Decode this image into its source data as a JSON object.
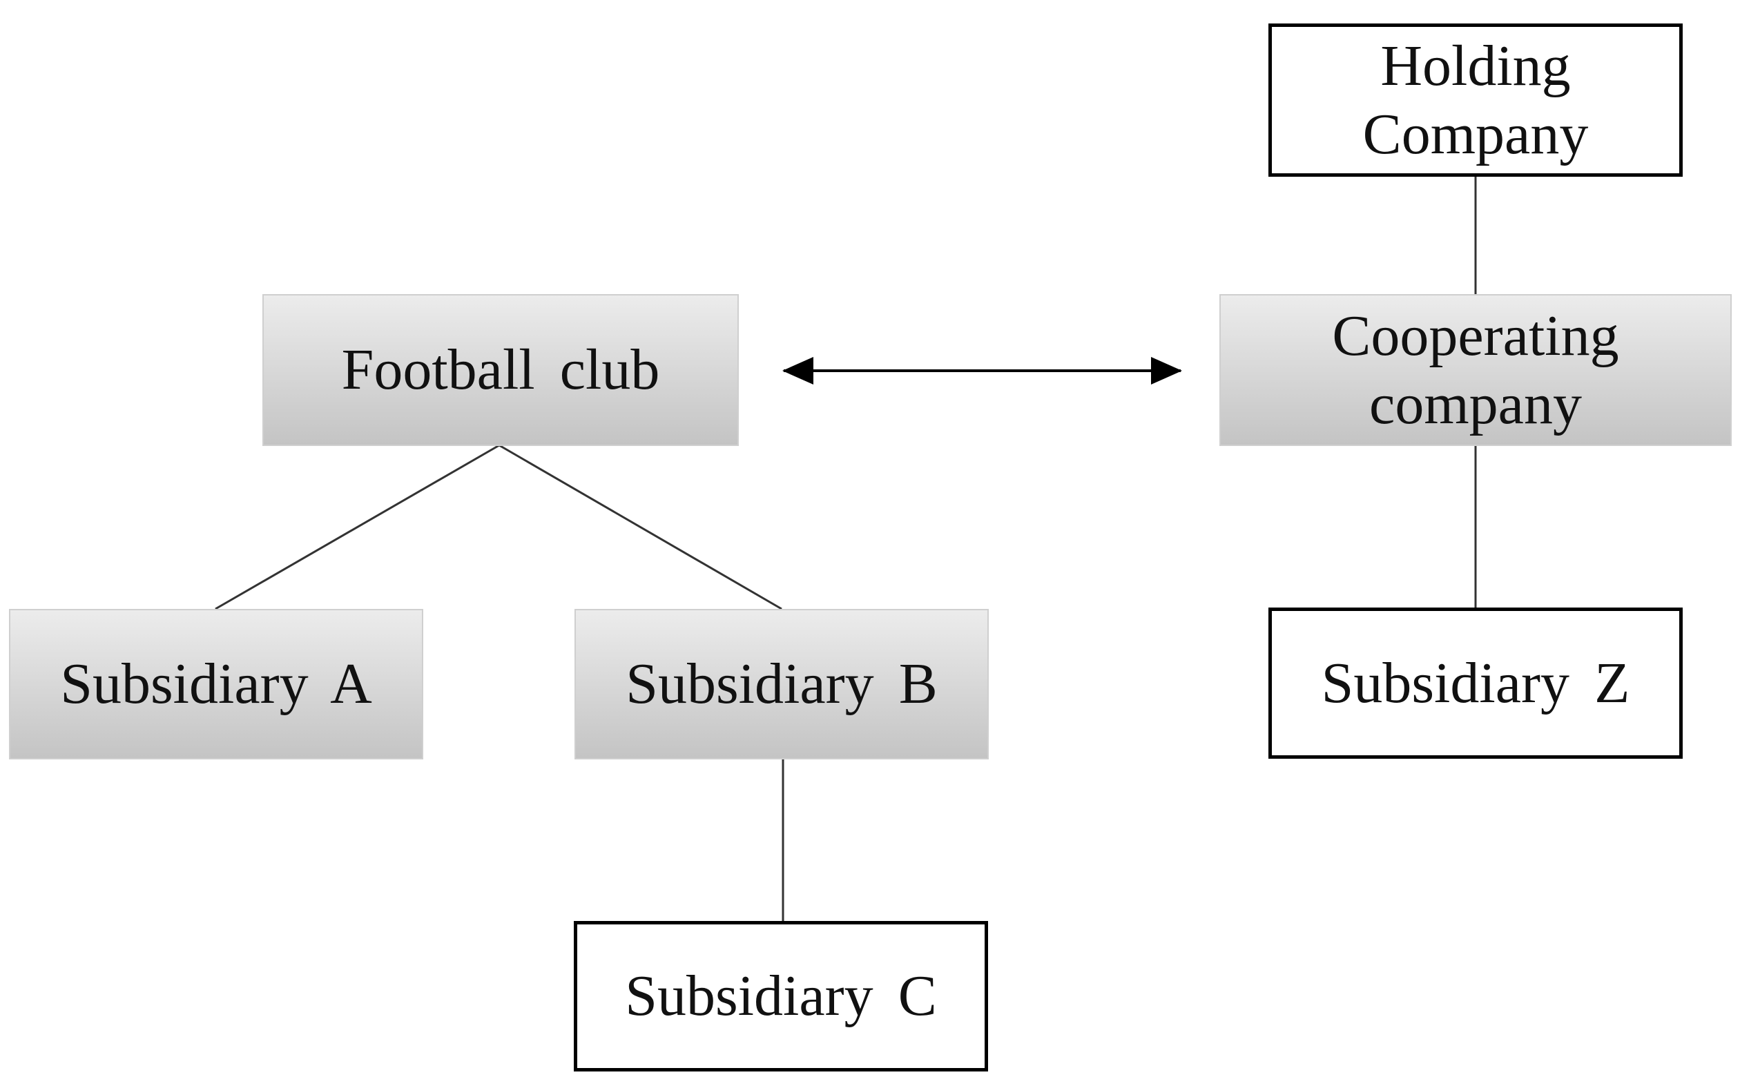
{
  "nodes": {
    "football_club": "Football club",
    "subsidiary_a": "Subsidiary  A",
    "subsidiary_b": "Subsidiary  B",
    "subsidiary_c": "Subsidiary  C",
    "holding_company": "Holding\nCompany",
    "cooperating_company": "Cooperating\ncompany",
    "subsidiary_z": "Subsidiary  Z"
  },
  "colors": {
    "line": "#333333",
    "arrow": "#000000",
    "shaded_fill": "#d6d6d6",
    "outlined_border": "#000000"
  }
}
